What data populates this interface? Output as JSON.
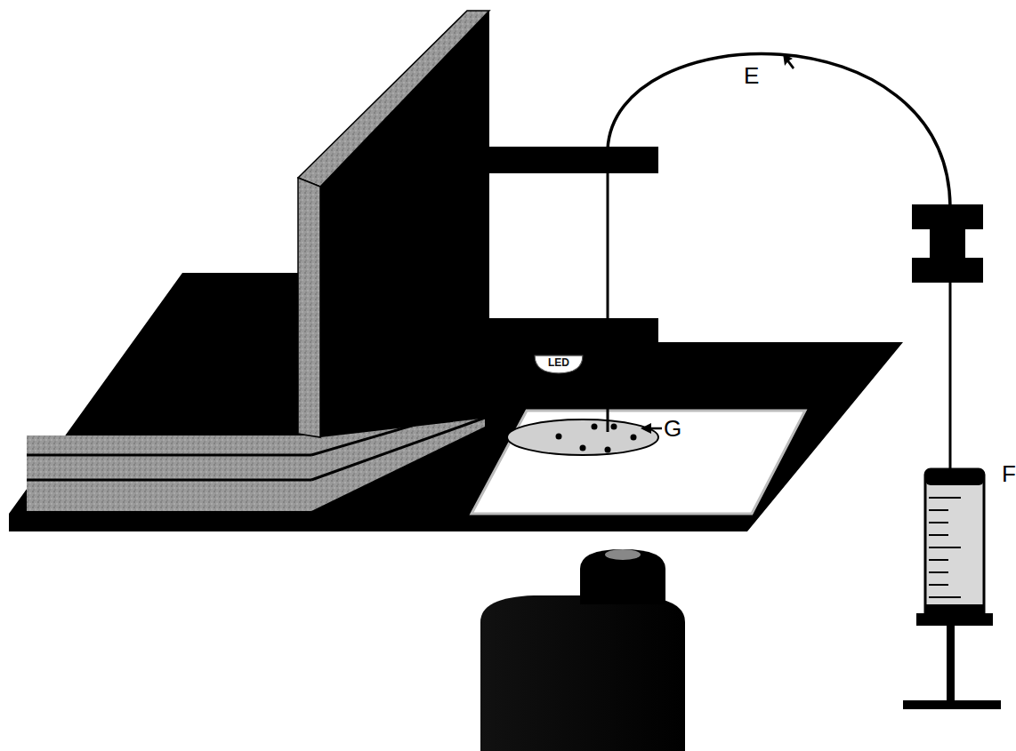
{
  "diagram": {
    "nodes": [
      {
        "text": [
          "LED"
        ]
      }
    ],
    "labels": [
      "E",
      "F",
      "G"
    ]
  }
}
